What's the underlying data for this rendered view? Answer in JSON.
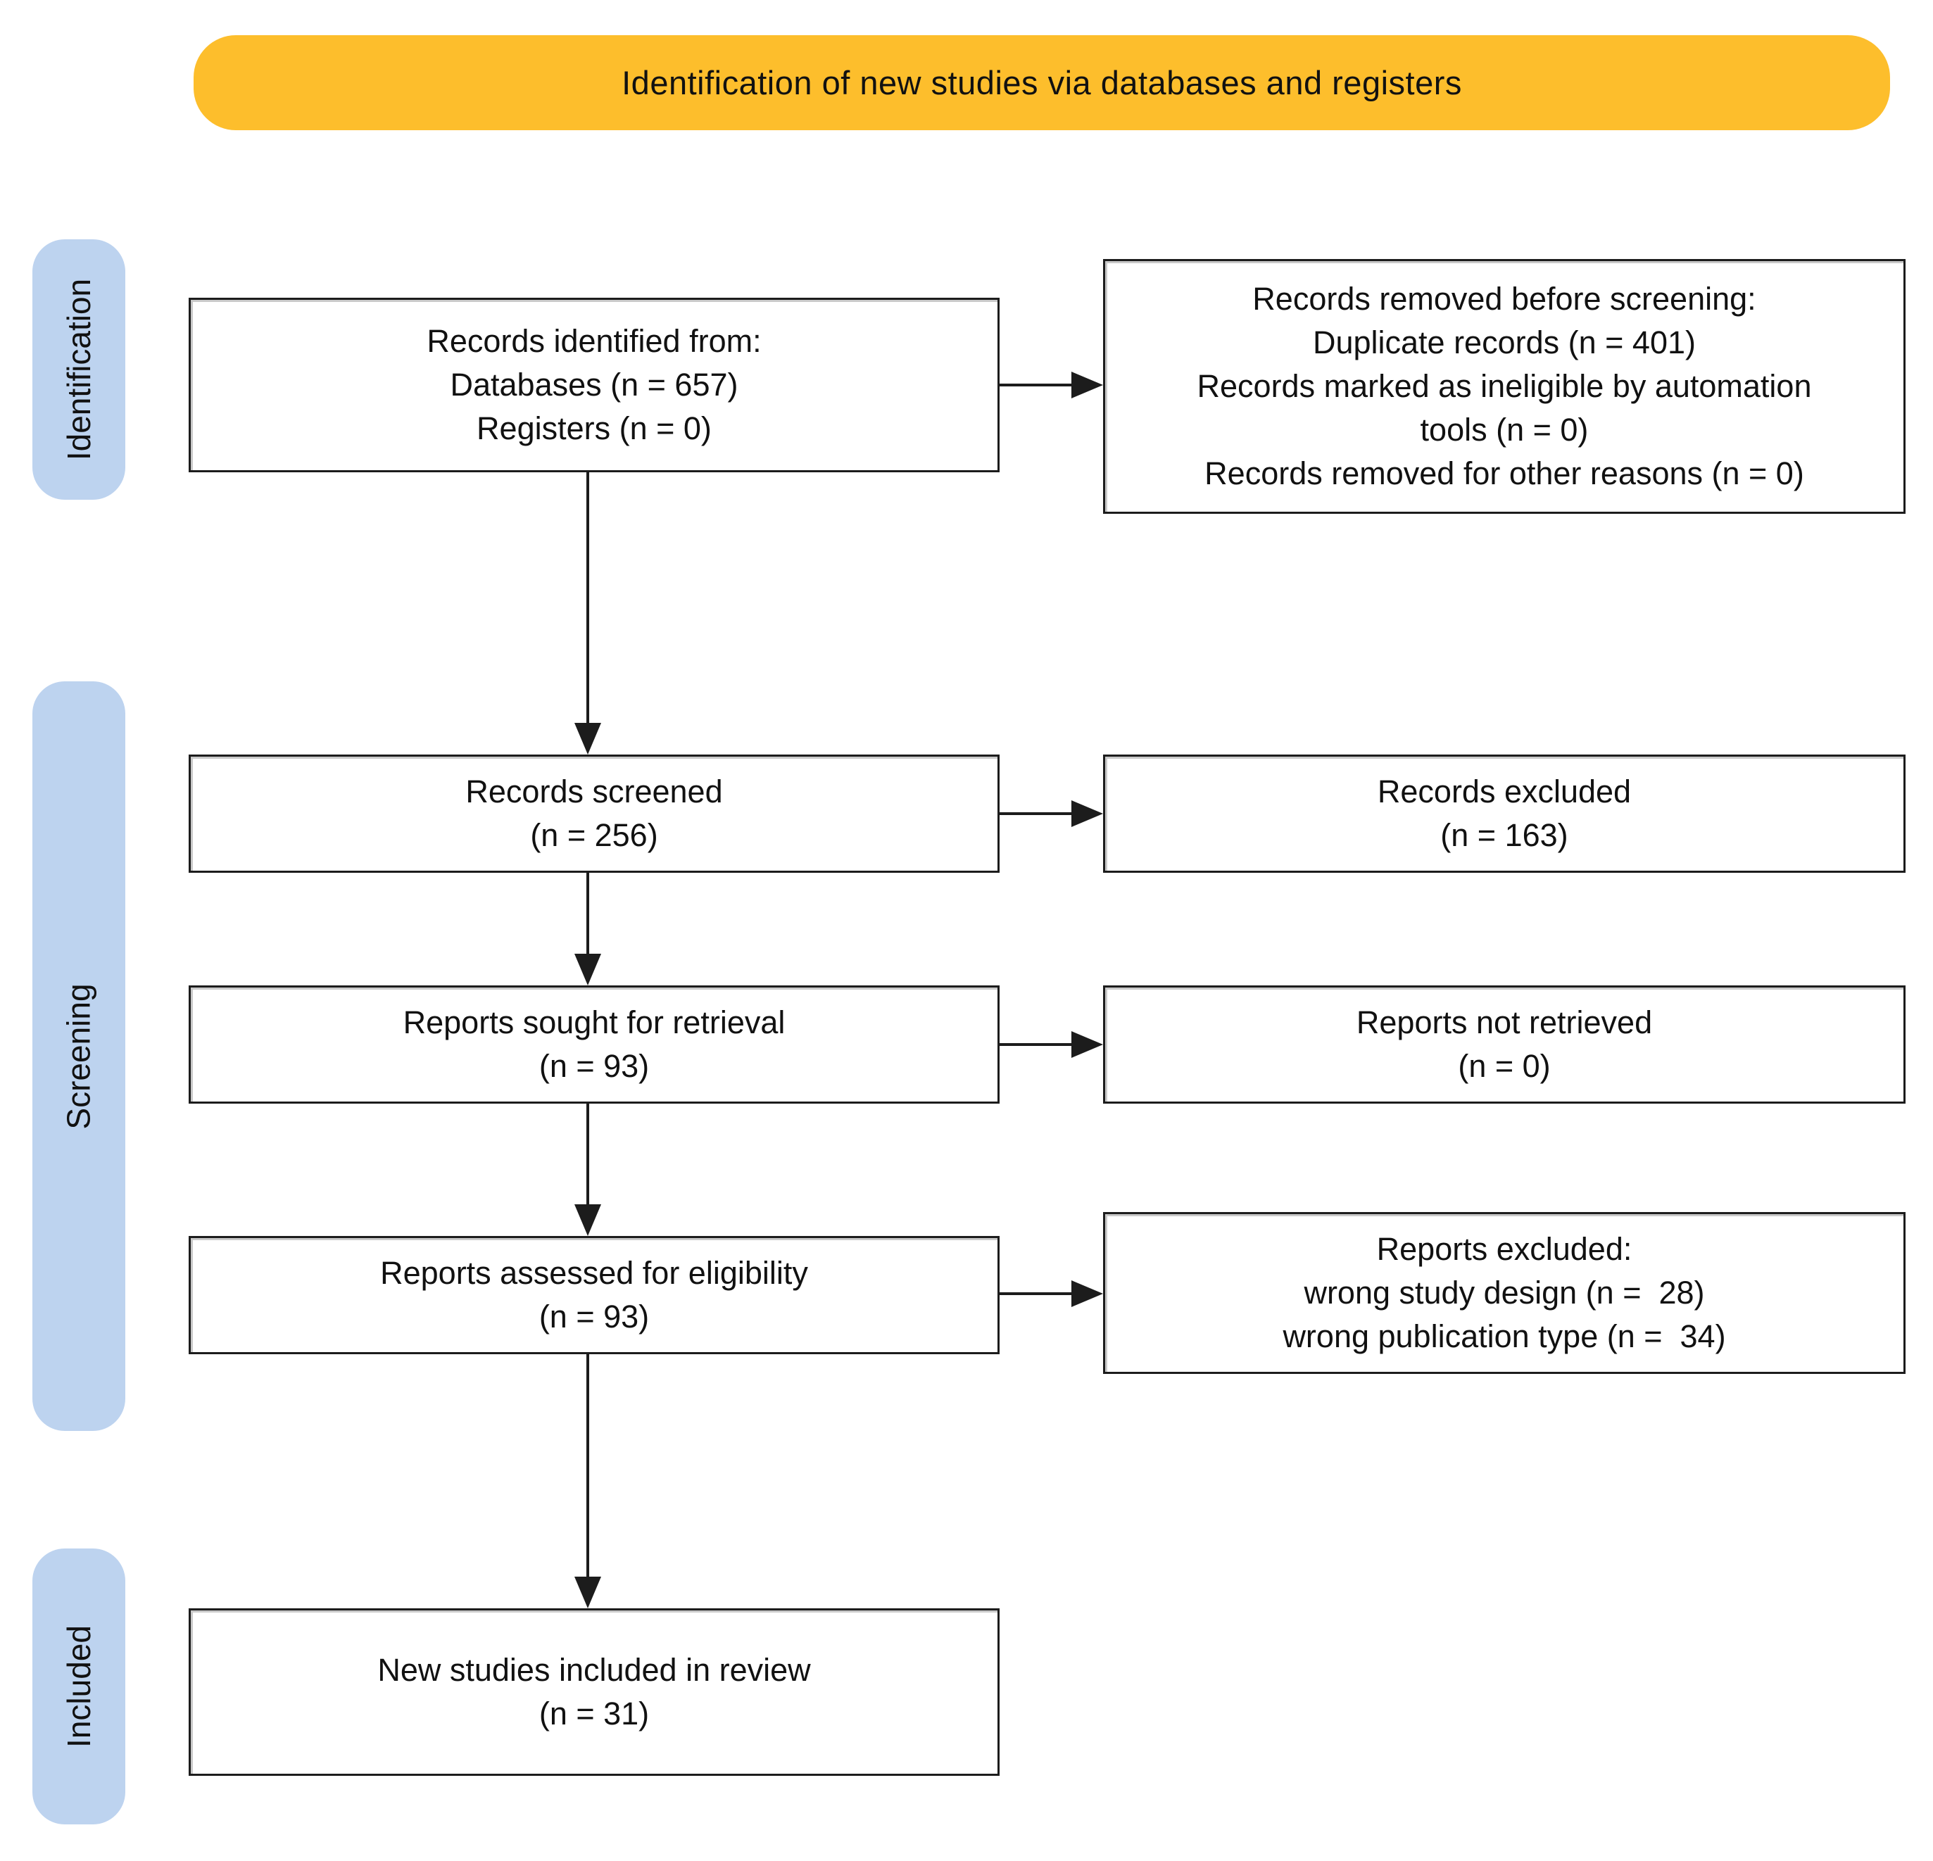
{
  "title": "Identification of new studies via databases and registers",
  "colors": {
    "banner-bg": "#FDBE2C",
    "stage-bg": "#BDD3EF",
    "box-border": "#1C1C1C",
    "arrow": "#1C1C1C",
    "text": "#111111",
    "page-bg": "#FFFFFF"
  },
  "sidebar": {
    "sections": [
      {
        "label": "Identification"
      },
      {
        "label": "Screening"
      },
      {
        "label": "Included"
      }
    ]
  },
  "boxes": {
    "identified": {
      "text": "Records identified from:\nDatabases (n = 657)\nRegisters (n = 0)"
    },
    "removed": {
      "text": "Records removed before screening:\nDuplicate records (n = 401)\nRecords marked as ineligible by automation\ntools (n = 0)\nRecords removed for other reasons (n = 0)"
    },
    "screened": {
      "text": "Records screened\n(n = 256)"
    },
    "records_excluded": {
      "text": "Records excluded\n(n = 163)"
    },
    "sought": {
      "text": "Reports sought for retrieval\n(n = 93)"
    },
    "not_retrieved": {
      "text": "Reports not retrieved\n(n = 0)"
    },
    "assessed": {
      "text": "Reports assessed for eligibility\n(n = 93)"
    },
    "reports_excluded": {
      "text": "Reports excluded:\nwrong study design (n =  28)\nwrong publication type (n =  34)"
    },
    "new_included": {
      "text": "New studies included in review\n(n = 31)"
    }
  }
}
